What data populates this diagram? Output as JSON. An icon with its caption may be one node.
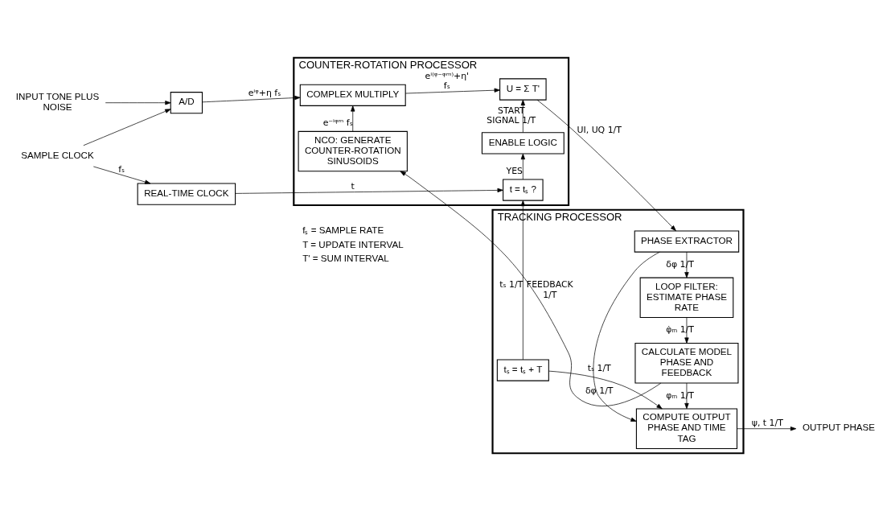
{
  "diagram": {
    "nodes": [
      {
        "text": [
          "INPUT TONE PLUS NOISE"
        ]
      },
      {
        "text": [
          "A/D"
        ]
      },
      {
        "text": [
          "COUNTER-ROTATION PROCESSOR"
        ]
      },
      {
        "text": [
          "COMPLEX MULTIPLY"
        ],
        "in": 2
      },
      {
        "text": [
          "U = Σ T'"
        ],
        "in": 2
      },
      {
        "text": [
          "ENABLE LOGIC"
        ],
        "in": 2
      },
      {
        "text": [
          "t = tₛ ?"
        ],
        "in": 2
      },
      {
        "text": [
          "NCO: GENERATE COUNTER-ROTATION SINUSOIDS"
        ],
        "in": 2
      },
      {
        "text": [
          "TRACKING PROCESSOR"
        ]
      },
      {
        "text": [
          "PHASE EXTRACTOR"
        ],
        "in": 8
      },
      {
        "text": [
          "tₛ = tₛ + T"
        ],
        "in": 8
      },
      {
        "text": [
          "LOOP FILTER: ESTIMATE PHASE RATE"
        ],
        "in": 8
      },
      {
        "text": [
          "CALCULATE MODEL PHASE AND FEEDBACK"
        ],
        "in": 8
      },
      {
        "text": [
          "COMPUTE OUTPUT PHASE AND TIME TAG"
        ],
        "in": 8
      },
      {
        "text": [
          "SAMPLE CLOCK"
        ]
      },
      {
        "text": [
          "REAL-TIME CLOCK"
        ]
      },
      {
        "text": [
          "OUTPUT PHASE"
        ]
      }
    ],
    "edges": [
      {
        "from": 0,
        "to": 1,
        "arrow": "to"
      },
      {
        "from": 1,
        "to": 3,
        "arrow": "to",
        "label": "eⁱᵠ+η fₛ"
      },
      {
        "from": 3,
        "to": 4,
        "arrow": "to",
        "label": "eⁱ⁽ᵠ⁻ᵠᵐ⁾+η' fₛ"
      },
      {
        "from": 14,
        "to": 1,
        "arrow": "to"
      },
      {
        "from": 14,
        "to": 15,
        "arrow": "to",
        "label": "fₛ"
      },
      {
        "from": 15,
        "to": 6,
        "arrow": "to",
        "label": "t"
      },
      {
        "from": 10,
        "to": 6,
        "arrow": "to",
        "label": "tₛ 1/T"
      },
      {
        "from": 6,
        "to": 5,
        "arrow": "to",
        "label": "YES"
      },
      {
        "from": 5,
        "to": 4,
        "arrow": "to",
        "label": "START SIGNAL 1/T"
      },
      {
        "from": 7,
        "to": 3,
        "arrow": "to",
        "label": "e⁻ⁱᵠᵐ fₛ"
      },
      {
        "from": 4,
        "to": 9,
        "arrow": "to",
        "label": "UI, UQ 1/T"
      },
      {
        "from": 9,
        "to": 11,
        "arrow": "to",
        "label": "δφ 1/T"
      },
      {
        "from": 9,
        "to": 13,
        "arrow": "to",
        "label": "δφ 1/T"
      },
      {
        "from": 11,
        "to": 12,
        "arrow": "to",
        "label": "φ̇ₘ 1/T"
      },
      {
        "from": 12,
        "to": 7,
        "arrow": "to",
        "label": "FEEDBACK 1/T"
      },
      {
        "from": 12,
        "to": 13,
        "arrow": "to",
        "label": "φₘ 1/T"
      },
      {
        "from": 10,
        "to": 13,
        "arrow": "to",
        "label": "tₛ 1/T"
      },
      {
        "from": 13,
        "to": 16,
        "arrow": "to",
        "label": "ψ, t 1/T"
      }
    ],
    "labels": [
      "fₛ = SAMPLE RATE",
      "T = UPDATE INTERVAL",
      "T' = SUM INTERVAL"
    ]
  }
}
